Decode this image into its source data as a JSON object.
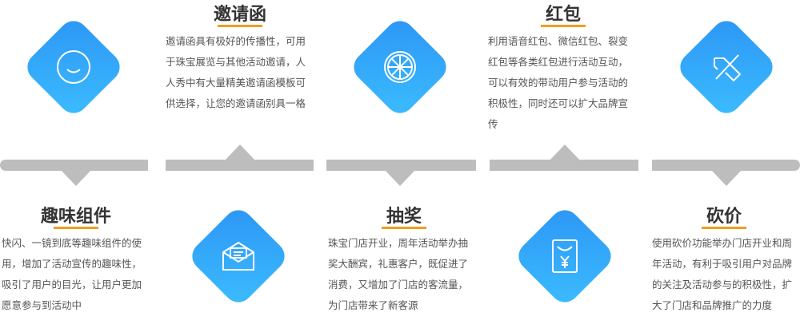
{
  "features": [
    {
      "title": "趣味组件",
      "icon": "smile-icon",
      "desc": "快闪、一镜到底等趣味组件的使用，增加了活动宣传的趣味性，吸引了用户的目光，让用户更加愿意参与到活动中"
    },
    {
      "title": "邀请函",
      "icon": "envelope-icon",
      "desc": "邀请函具有极好的传播性，可用于珠宝展览与其他活动邀请，人人秀中有大量精美邀请函模板可供选择，让您的邀请函别具一格"
    },
    {
      "title": "抽奖",
      "icon": "wheel-icon",
      "desc": "珠宝门店开业，周年活动举办抽奖大酬宾，礼惠客户，既促进了消费，又增加了门店的客流量，为门店带来了新客源"
    },
    {
      "title": "红包",
      "icon": "red-packet-icon",
      "desc": "利用语音红包、微信红包、裂变红包等各类红包进行活动互动，可以有效的带动用户参与活动的积极性，同时还可以扩大品牌宣传"
    },
    {
      "title": "砍价",
      "icon": "cut-price-tag-icon",
      "desc": "使用砍价功能举办门店开业和周年活动，有利于吸引用户对品牌的关注及活动参与的积极性，扩大了门店和品牌推广的力度"
    }
  ],
  "colors": {
    "accent": "#f39c1f",
    "icon_bg": "#3ab0fc",
    "bar": "#bdbdbd"
  }
}
